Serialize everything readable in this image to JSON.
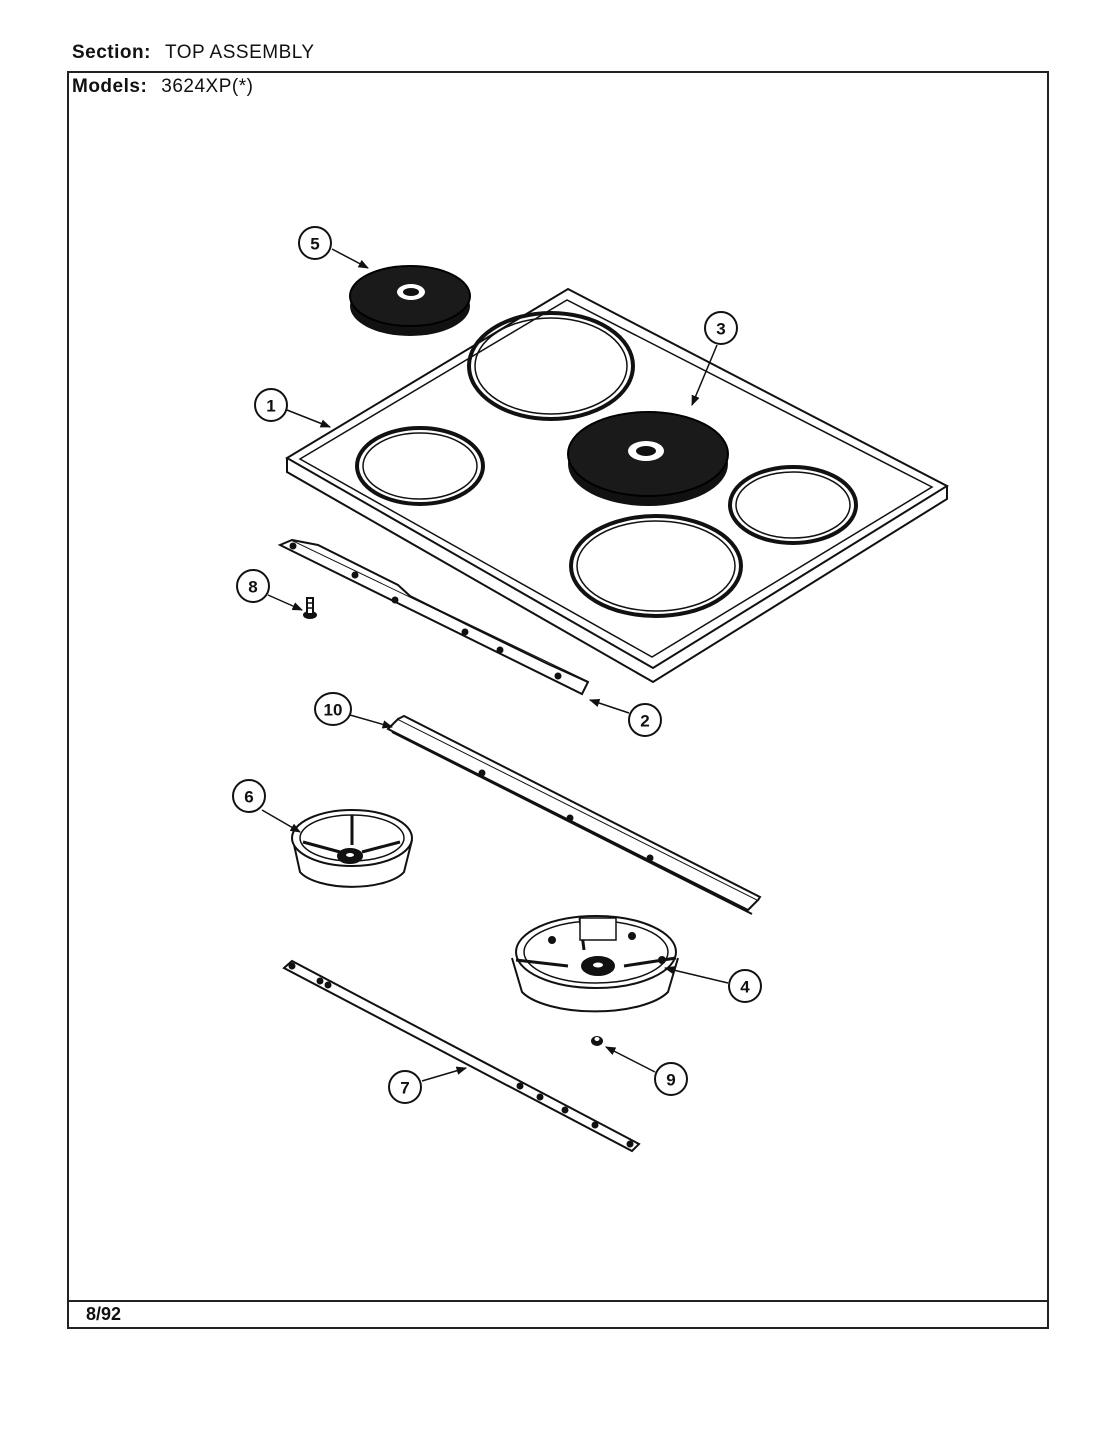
{
  "header": {
    "section_label": "Section:",
    "section_value": "TOP ASSEMBLY",
    "models_label": "Models:",
    "models_value": "3624XP(*)"
  },
  "footer": {
    "date_code": "8/92"
  },
  "callouts": {
    "c1": "1",
    "c2": "2",
    "c3": "3",
    "c4": "4",
    "c5": "5",
    "c6": "6",
    "c7": "7",
    "c8": "8",
    "c9": "9",
    "c10": "10"
  }
}
